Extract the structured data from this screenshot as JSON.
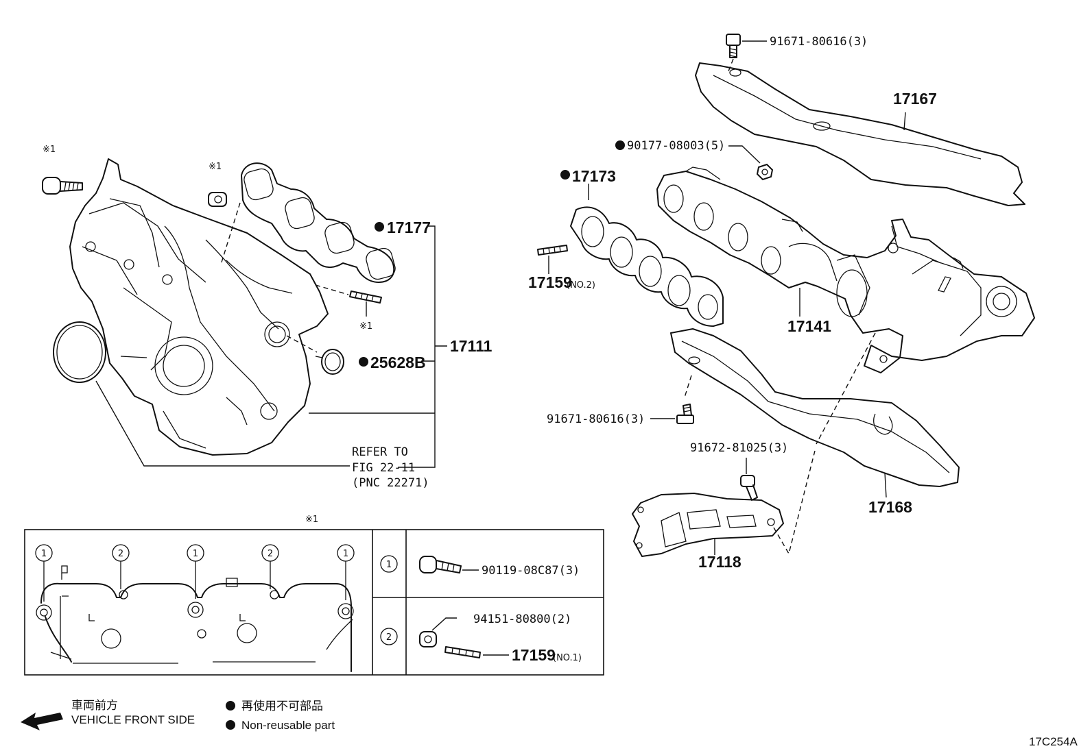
{
  "intake": {
    "ref_1a": "※1",
    "ref_1b": "※1",
    "ref_1c": "※1",
    "gasket_17177": "17177",
    "gasket_25628b": "25628B",
    "assembly_17111": "17111",
    "refer_line1": "REFER TO",
    "refer_line2": "FIG 22-11",
    "refer_line3": "(PNC 22271)"
  },
  "exhaust": {
    "bolt_top": "91671-80616(3)",
    "insulator_17167": "17167",
    "nut_90177": "90177-08003(5)",
    "gasket_17173": "17173",
    "stud_17159": "17159",
    "stud_17159_note": "(NO.2)",
    "manifold_17141": "17141",
    "bolt_mid": "91671-80616(3)",
    "bolt_91672": "91672-81025(3)",
    "insulator_17168": "17168",
    "bracket_17118": "17118"
  },
  "inset": {
    "title": "※1",
    "circle_1": "1",
    "circle_2": "2",
    "row1_marker": "1",
    "row1_part": "90119-08C87(3)",
    "row2_marker": "2",
    "row2_part_a": "94151-80800(2)",
    "row2_part_b": "17159",
    "row2_part_b_note": "(NO.1)"
  },
  "legend": {
    "front_jp": "車両前方",
    "front_en": "VEHICLE FRONT SIDE",
    "nonreuse_jp": "再使用不可部品",
    "nonreuse_en": "Non-reusable part"
  },
  "figure_code": "17C254A"
}
